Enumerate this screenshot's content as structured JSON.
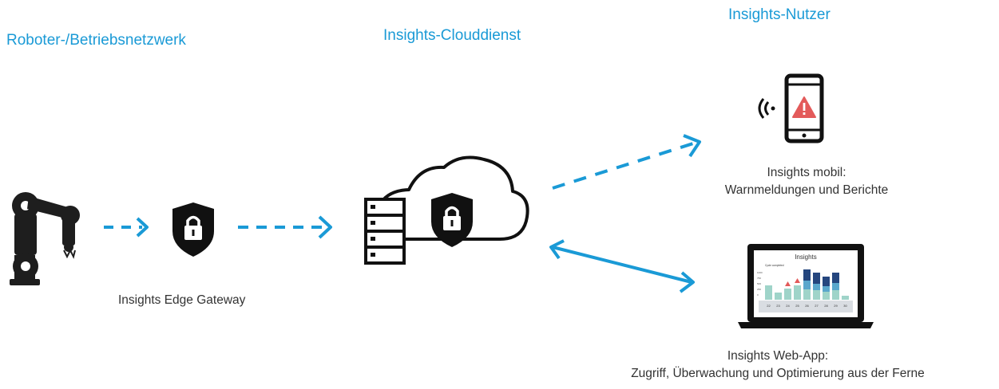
{
  "columns": {
    "robot_network": "Roboter-/Betriebsnetzwerk",
    "cloud_service": "Insights-Clouddienst",
    "users": "Insights-Nutzer"
  },
  "captions": {
    "edge_gateway": "Insights Edge Gateway",
    "mobile_line1": "Insights mobil:",
    "mobile_line2": "Warnmeldungen und Berichte",
    "webapp_line1": "Insights Web-App:",
    "webapp_line2": "Zugriff, Überwachung und Optimierung aus der Ferne"
  },
  "screen": {
    "title": "Insights",
    "subtitle": "Cycle completed",
    "y_ticks": [
      "1000",
      "750",
      "500",
      "250",
      "0"
    ],
    "x_labels": [
      "22",
      "23",
      "24",
      "25",
      "26",
      "27",
      "28",
      "29",
      "30"
    ]
  },
  "colors": {
    "accent": "#1a9ad6",
    "alert": "#e35a5a",
    "bar_light": "#9fd4c9",
    "bar_mid": "#5aa7cc",
    "bar_dark": "#25467e"
  },
  "icons": {
    "robot": "robot-arm-icon",
    "gateway": "shield-lock-icon",
    "cloud": "cloud-server-icon",
    "phone": "phone-alert-icon",
    "laptop": "laptop-dashboard-icon"
  }
}
